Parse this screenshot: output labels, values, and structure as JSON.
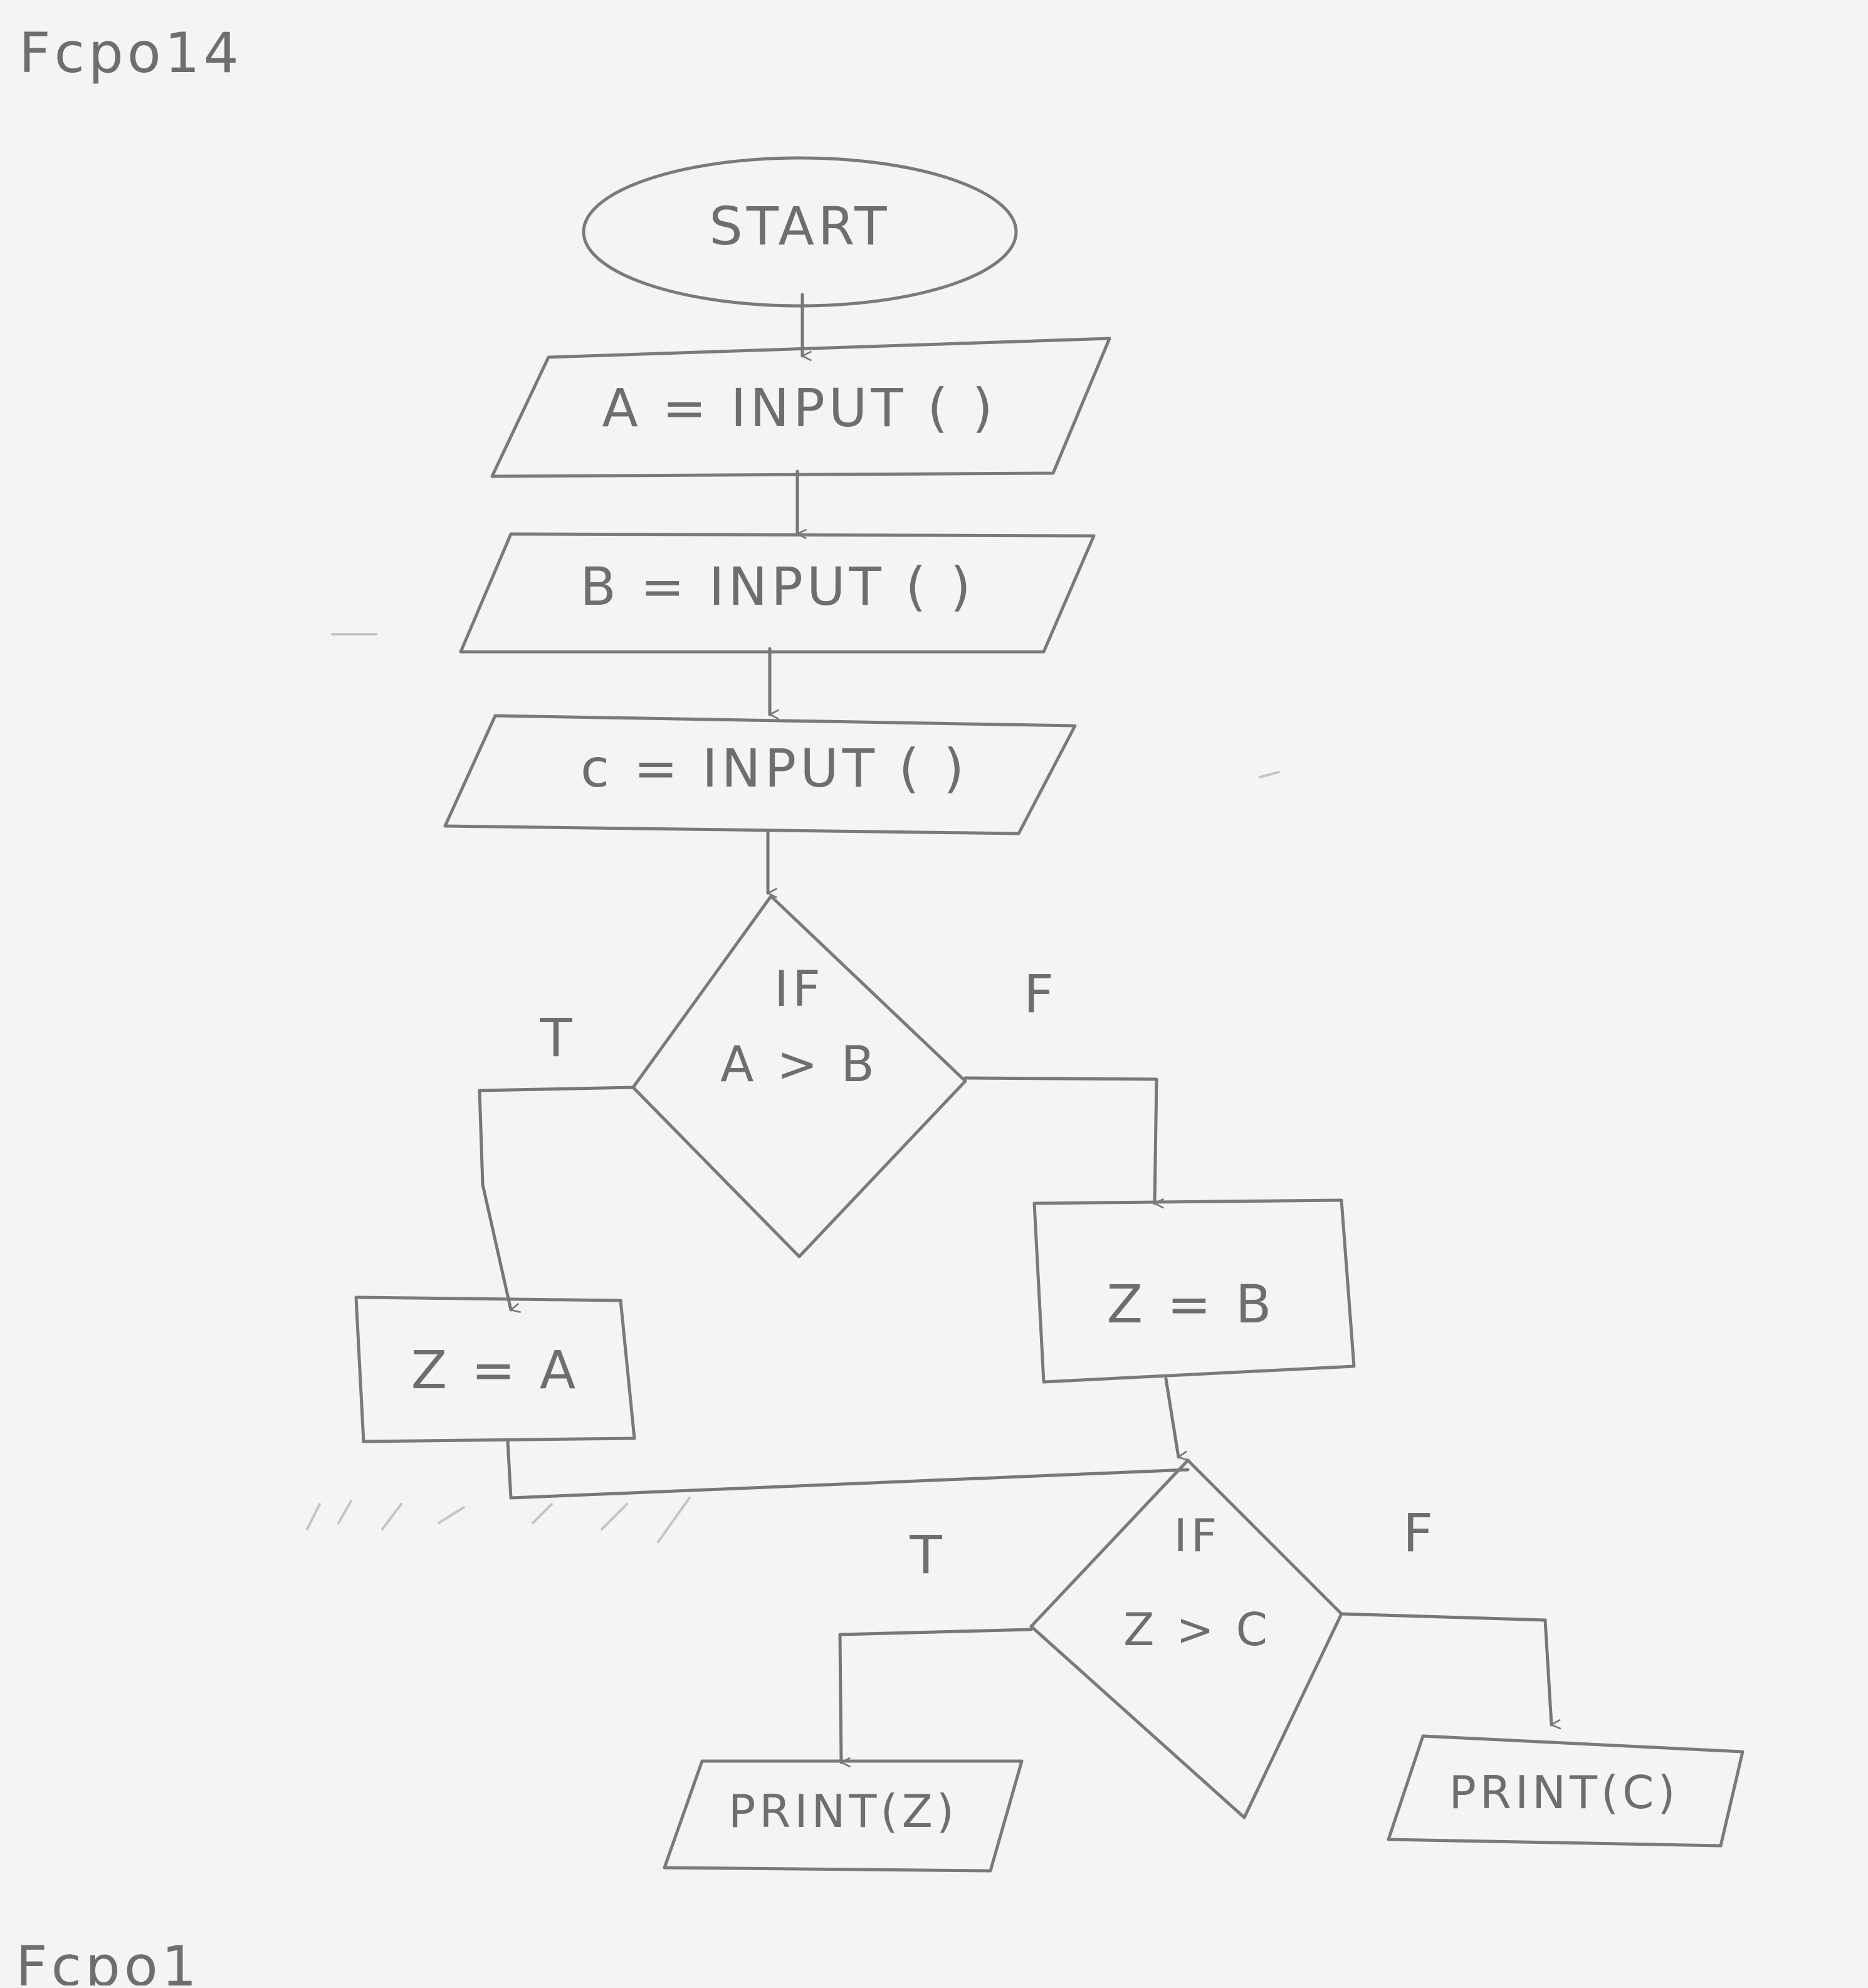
{
  "page": {
    "corner_label": "Fcpo14",
    "bottom_label": "Fcpo1"
  },
  "flowchart": {
    "start": "START",
    "input_a": "A = INPUT ( )",
    "input_b": "B = INPUT ( )",
    "input_c": "c = INPUT ( )",
    "decision1_keyword": "IF",
    "decision1_condition": "A > B",
    "decision1_true": "T",
    "decision1_false": "F",
    "assign_a": "Z = A",
    "assign_b": "Z = B",
    "decision2_keyword": "IF",
    "decision2_condition": "Z > C",
    "decision2_true": "T",
    "decision2_false": "F",
    "print_z": "PRINT(Z)",
    "print_c": "PRINT(C)"
  }
}
